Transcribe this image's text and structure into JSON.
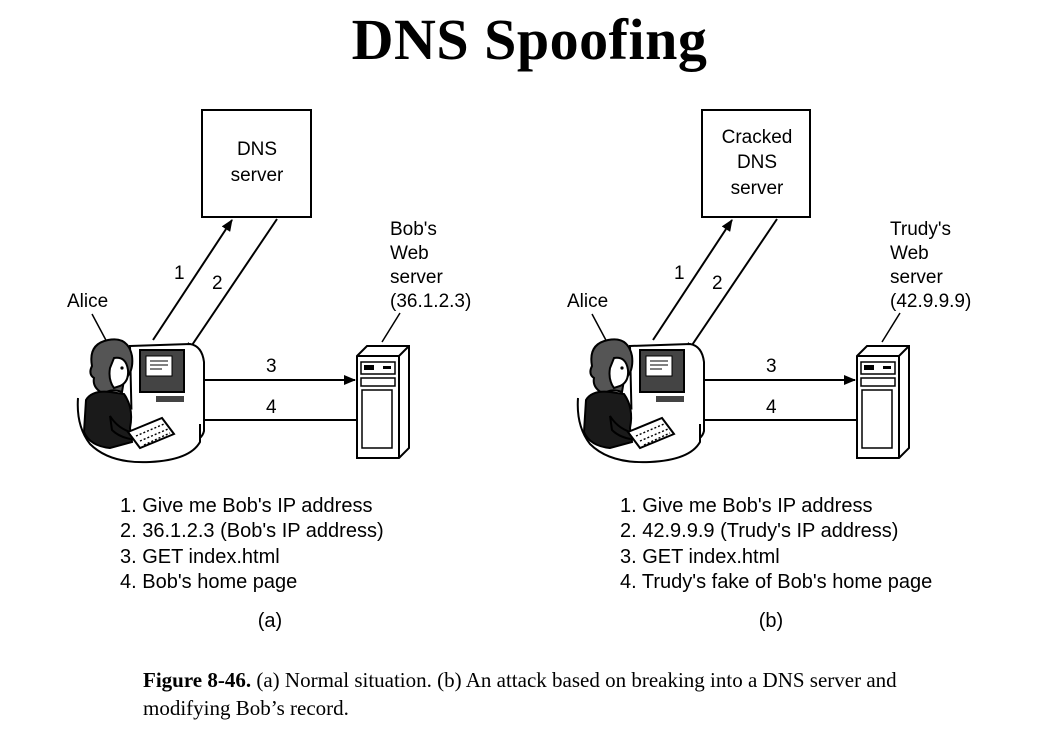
{
  "title": "DNS Spoofing",
  "panel_a": {
    "server_label": [
      "DNS",
      "server"
    ],
    "web_server_label": [
      "Bob's",
      "Web",
      "server",
      "(36.1.2.3)"
    ],
    "client_label": "Alice",
    "arrow_labels": [
      "1",
      "2",
      "3",
      "4"
    ],
    "steps": [
      "1. Give me Bob's IP address",
      "2. 36.1.2.3 (Bob's IP address)",
      "3. GET index.html",
      "4. Bob's home page"
    ],
    "sublabel": "(a)"
  },
  "panel_b": {
    "server_label": [
      "Cracked",
      "DNS",
      "server"
    ],
    "web_server_label": [
      "Trudy's",
      "Web",
      "server",
      "(42.9.9.9)"
    ],
    "client_label": "Alice",
    "arrow_labels": [
      "1",
      "2",
      "3",
      "4"
    ],
    "steps": [
      "1. Give me Bob's IP address",
      "2. 42.9.9.9 (Trudy's IP address)",
      "3. GET index.html",
      "4. Trudy's fake of Bob's home page"
    ],
    "sublabel": "(b)"
  },
  "caption": {
    "figure": "Figure 8-46.",
    "text": " (a) Normal situation. (b) An attack based on breaking into a DNS server and modifying Bob’s record."
  }
}
